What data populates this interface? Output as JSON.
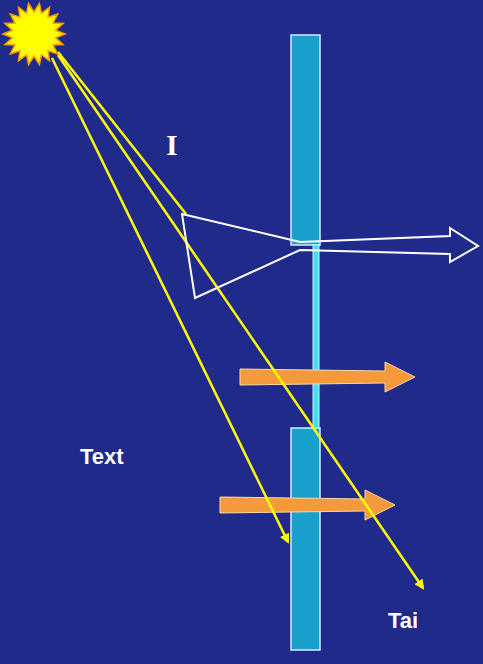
{
  "diagram": {
    "labels": [
      "I",
      "Text",
      "Tai"
    ]
  }
}
